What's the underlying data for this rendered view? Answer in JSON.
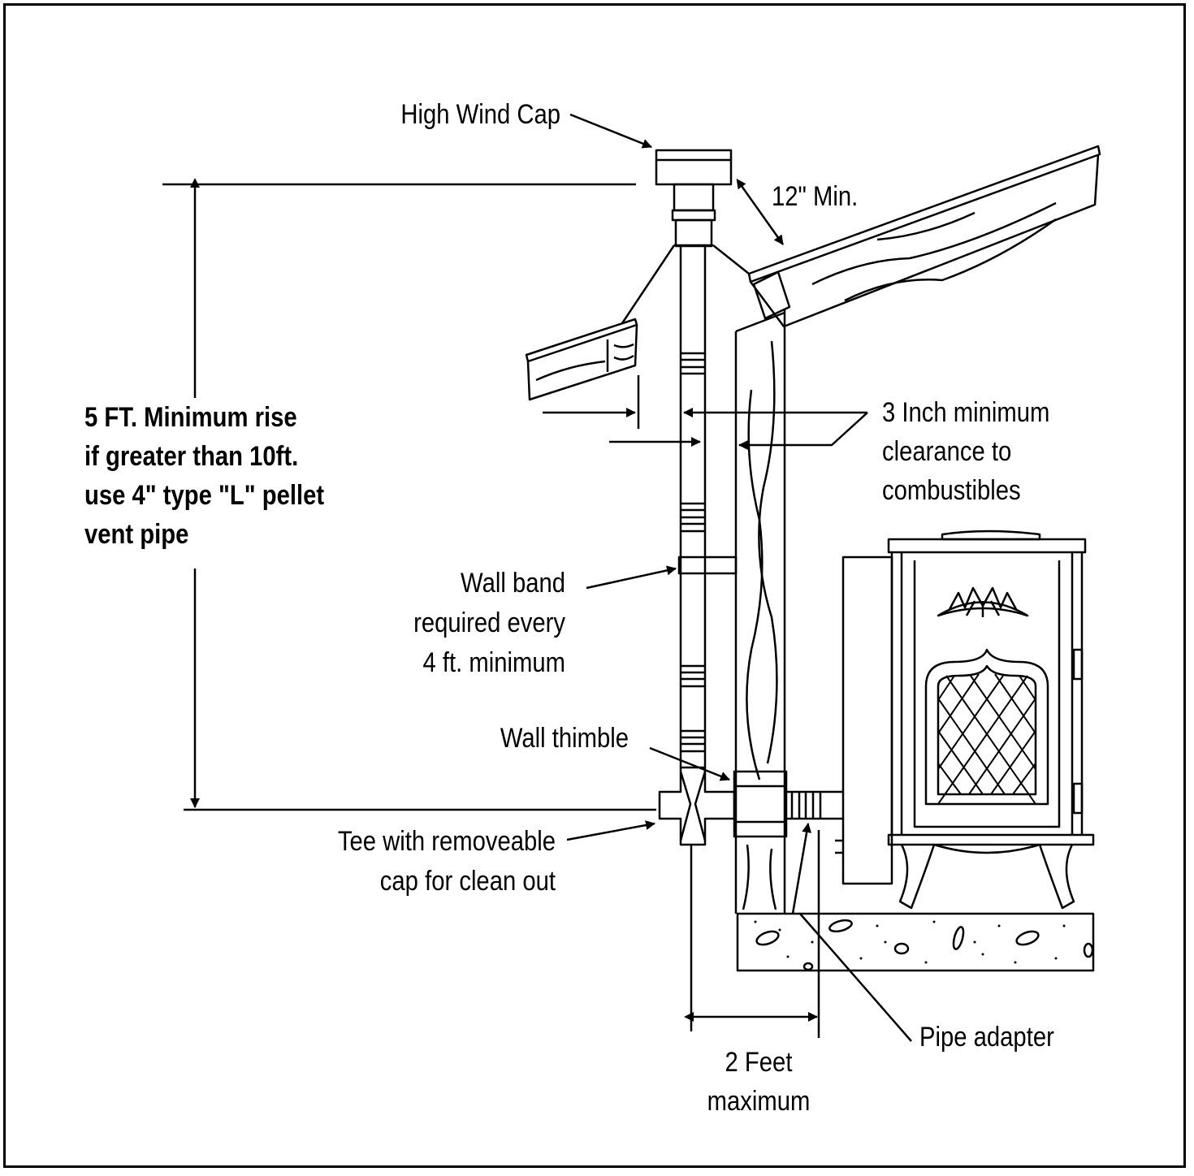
{
  "labels": {
    "high_wind_cap": "High Wind Cap",
    "twelve_inch_min": "12\" Min.",
    "min_rise": [
      "5 FT. Minimum rise",
      "if greater than 10ft.",
      "use 4\" type \"L\" pellet",
      "vent pipe"
    ],
    "clearance": [
      "3 Inch minimum",
      "clearance to",
      "combustibles"
    ],
    "wall_band": [
      "Wall band",
      "required every",
      "4 ft. minimum"
    ],
    "wall_thimble": "Wall thimble",
    "tee": [
      "Tee with removeable",
      "cap for clean out"
    ],
    "pipe_adapter": "Pipe adapter",
    "two_feet": [
      "2 Feet",
      "maximum"
    ]
  },
  "colors": {
    "line": "#000000",
    "background": "#ffffff"
  }
}
